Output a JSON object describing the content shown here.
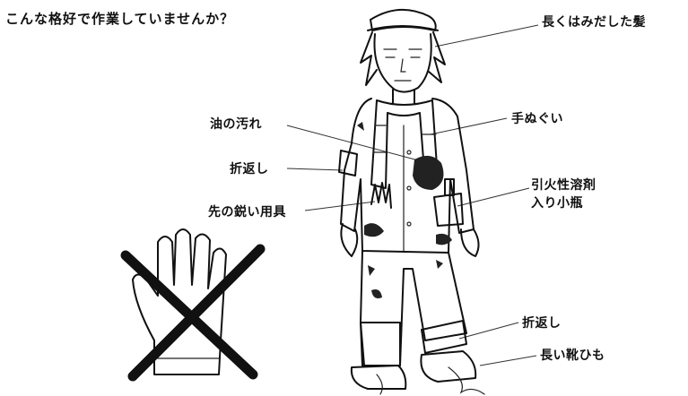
{
  "title": "こんな格好で作業していませんか？",
  "labels": {
    "long_hair": "長くはみだした髪",
    "towel": "手ぬぐい",
    "oil_stain": "油の汚れ",
    "cuff_sleeve": "折返し",
    "sharp_tool": "先の鋭い用具",
    "flammable_bottle_line1": "引火性溶剤",
    "flammable_bottle_line2": "入り小瓶",
    "cuff_pants": "折返し",
    "long_laces": "長い靴ひも"
  },
  "colors": {
    "ink": "#111111",
    "background": "#ffffff"
  },
  "icons": [
    "glove-crossed-out-icon"
  ]
}
